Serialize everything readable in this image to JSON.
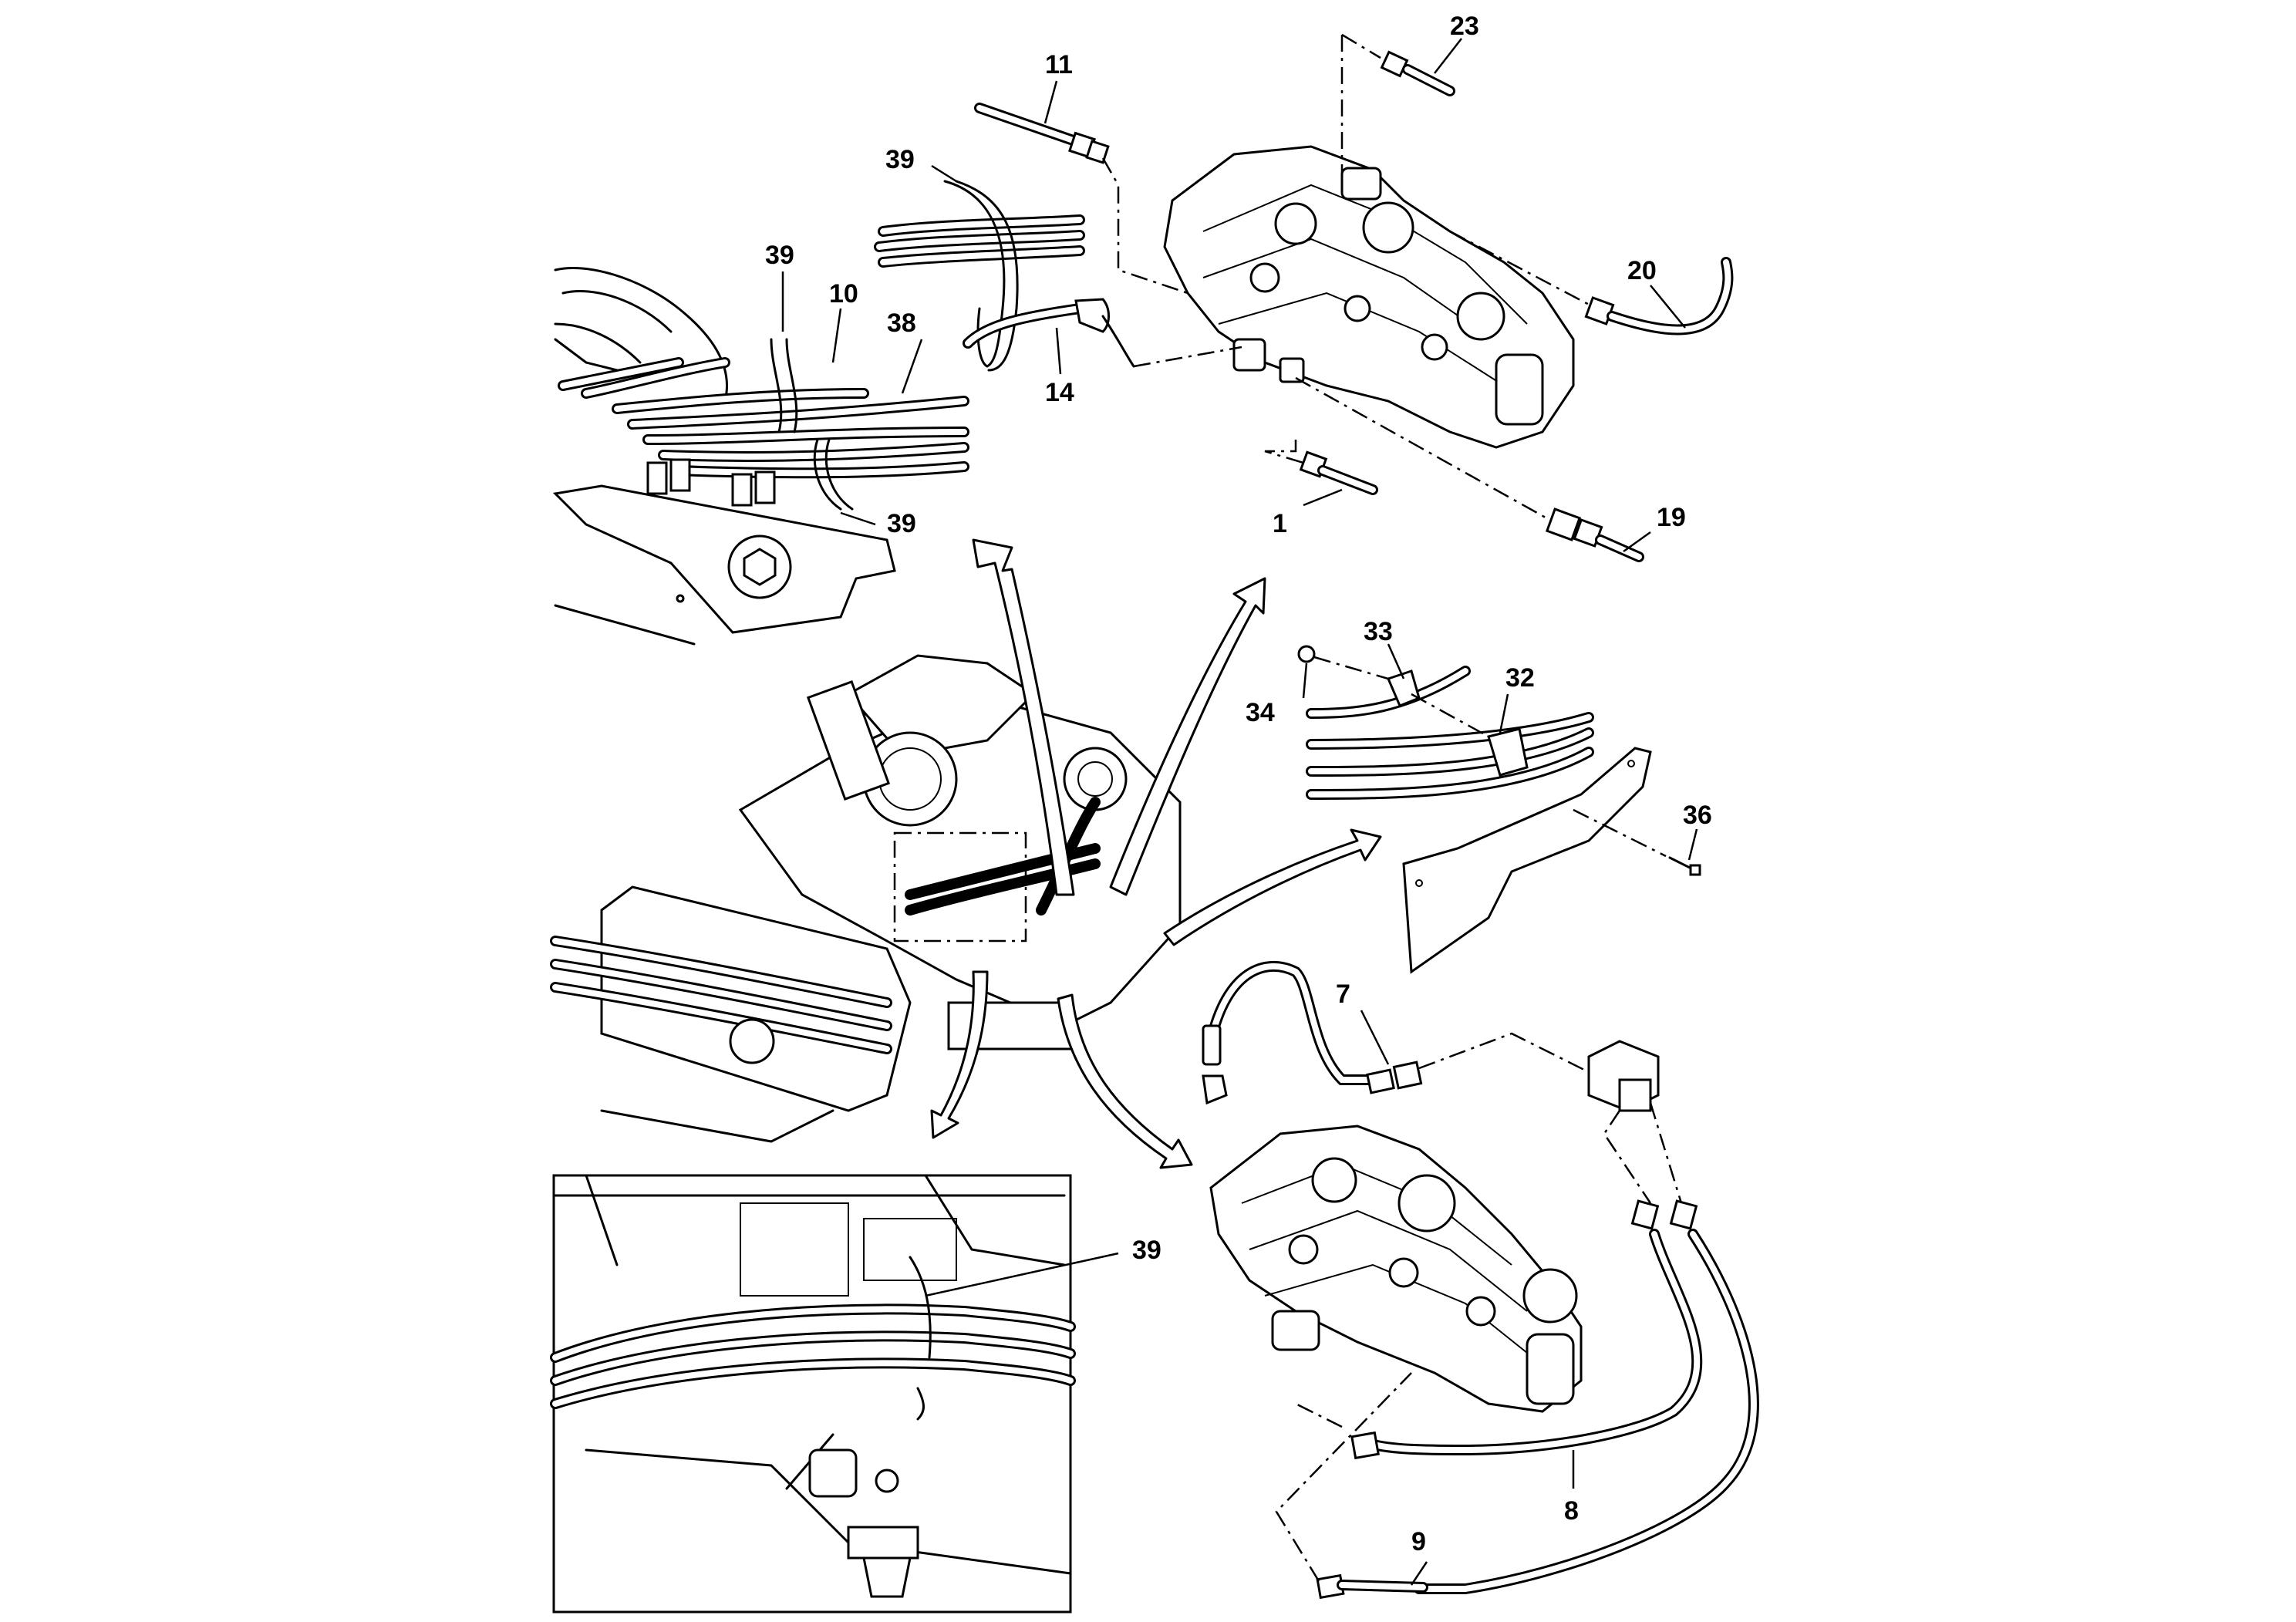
{
  "callouts": [
    {
      "id": "1",
      "label": "1"
    },
    {
      "id": "7",
      "label": "7"
    },
    {
      "id": "8",
      "label": "8"
    },
    {
      "id": "9",
      "label": "9"
    },
    {
      "id": "10",
      "label": "10"
    },
    {
      "id": "11",
      "label": "11"
    },
    {
      "id": "14",
      "label": "14"
    },
    {
      "id": "19",
      "label": "19"
    },
    {
      "id": "20",
      "label": "20"
    },
    {
      "id": "23",
      "label": "23"
    },
    {
      "id": "32",
      "label": "32"
    },
    {
      "id": "33",
      "label": "33"
    },
    {
      "id": "34",
      "label": "34"
    },
    {
      "id": "36",
      "label": "36"
    },
    {
      "id": "38",
      "label": "38"
    },
    {
      "id": "39a",
      "label": "39"
    },
    {
      "id": "39b",
      "label": "39"
    },
    {
      "id": "39c",
      "label": "39"
    },
    {
      "id": "39d",
      "label": "39"
    }
  ]
}
